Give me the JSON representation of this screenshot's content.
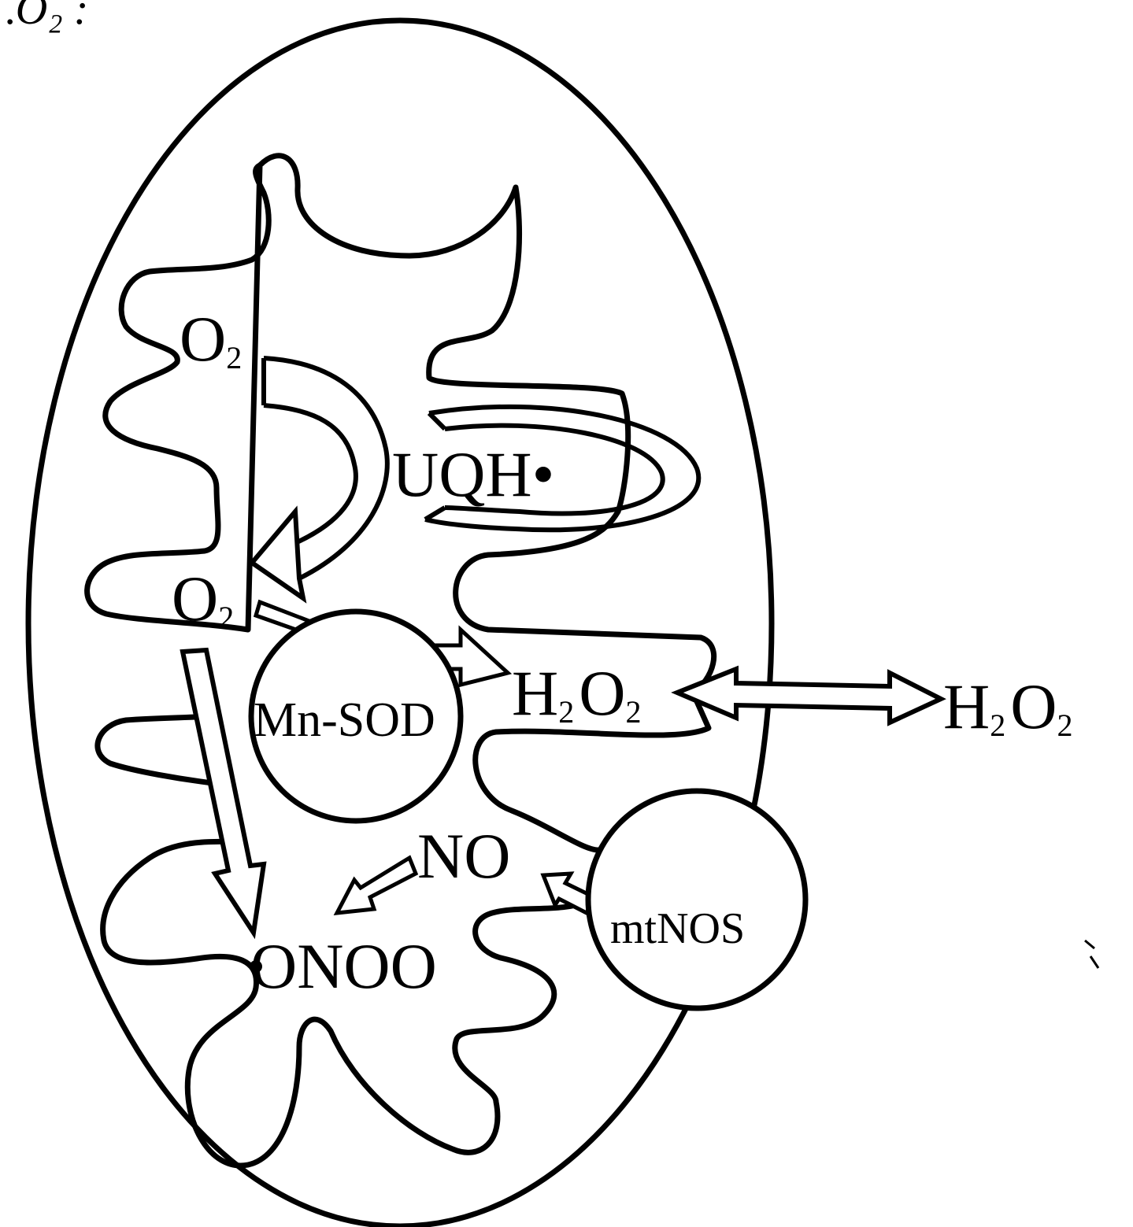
{
  "diagram": {
    "top_caption": "…O₂ :",
    "labels": {
      "o2_top": {
        "base": "O",
        "sub": "2"
      },
      "uqh": "UQH•",
      "o2_mid": {
        "base": "O",
        "sub": "2"
      },
      "mn_sod": "Mn-SOD",
      "h2o2_inner": {
        "h": "H",
        "h_sub": "2",
        "o": "O",
        "o_sub": "2"
      },
      "h2o2_outer": {
        "h": "H",
        "h_sub": "2",
        "o": "O",
        "o_sub": "2"
      },
      "no": "NO",
      "mtnos": "mtNOS",
      "onoo": "ONOO"
    },
    "colors": {
      "stroke": "#000000",
      "background": "#ffffff"
    }
  }
}
